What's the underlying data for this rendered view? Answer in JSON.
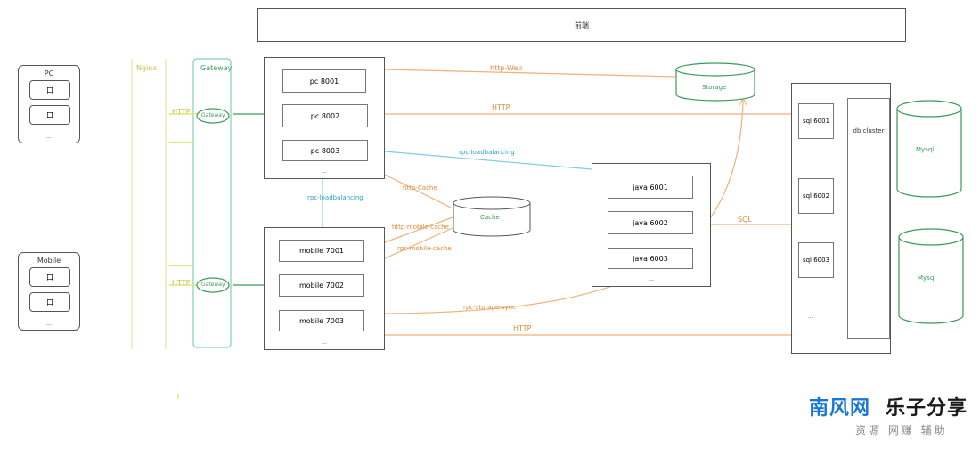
{
  "header": {
    "title": "前端"
  },
  "clients": [
    {
      "title": "PC",
      "buttons": [
        "口",
        "口"
      ],
      "foot": "..."
    },
    {
      "title": "Mobile",
      "buttons": [
        "口",
        "口"
      ],
      "foot": "..."
    }
  ],
  "lanes": {
    "left": "Nginx",
    "right": "Gateway",
    "pcNode": "Gateway",
    "mobileNode": "Gateway"
  },
  "pc_group": {
    "items": [
      "pc 8001",
      "pc 8002",
      "pc 8003"
    ],
    "foot": "..."
  },
  "mobile_group": {
    "items": [
      "mobile 7001",
      "mobile 7002",
      "mobile 7003"
    ],
    "foot": "..."
  },
  "java_group": {
    "items": [
      "java 6001",
      "java 6002",
      "java 6003"
    ],
    "foot": "..."
  },
  "db_group": {
    "items": [
      "sql 6001",
      "sql 6002",
      "sql 6003"
    ],
    "cluster": "db cluster",
    "foot": "..."
  },
  "cylinders": {
    "top": "Storage",
    "mid": "Cache",
    "rightTop": "Mysql",
    "rightBottom": "Mysql"
  },
  "edges": {
    "pcToStorage": "http-Web",
    "pcToDb": "HTTP",
    "pcToJava": "rpc-loadbalancing",
    "pcToMobile": "rpc-loadbalancing",
    "pcToCache": "http-Cache",
    "cacheFromMobileA": "http-mobile-cache",
    "cacheFromMobileB": "rpc-mobile-cache",
    "javaToDb": "SQL",
    "mobileToStorage": "rpc-storage-sync",
    "mobileToDb": "HTTP",
    "leftPc": "HTTP",
    "leftMobile": "HTTP"
  },
  "watermark": {
    "brand1": "南风网",
    "brand2": "乐子分享",
    "tagline": "资源 网赚 辅助"
  }
}
